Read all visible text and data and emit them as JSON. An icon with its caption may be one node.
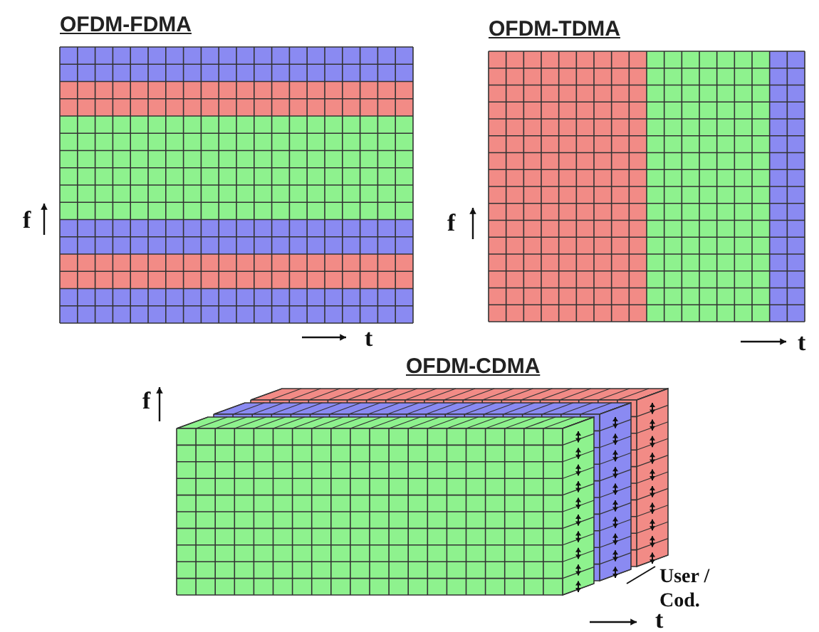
{
  "diagram": {
    "labels": [
      "OFDM-FDMA",
      "OFDM-TDMA",
      "f",
      "f",
      "t",
      "t",
      "OFDM-CDMA",
      "f",
      "User / Cod.",
      "t"
    ]
  }
}
